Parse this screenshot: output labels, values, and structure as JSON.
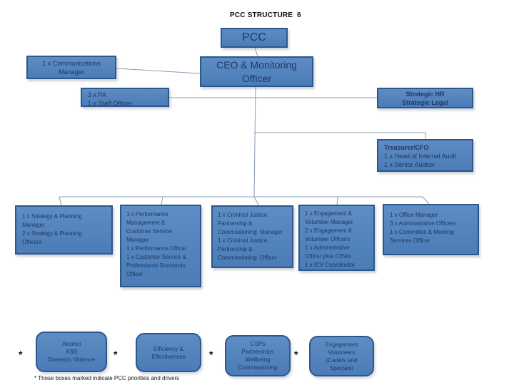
{
  "title": "PCC STRUCTURE  6",
  "asterisk": "*",
  "footnote": "* Those boxes marked indicate PCC priorities and drivers",
  "colors": {
    "box_fill": "#4F81BD",
    "box_border": "#2C5788",
    "box_text": "#1F3864",
    "connector": "#8C9BB5"
  },
  "nodes": {
    "pcc": {
      "label": "PCC"
    },
    "ceo": {
      "label": "CEO & Monitoring\nOfficer"
    },
    "communications": {
      "label": "1 x Communications\nManager"
    },
    "pa": {
      "label": "3 x PA\n1 x Staff Officer"
    },
    "strategic": {
      "label": "Strategic HR\nStrategic Legal"
    },
    "treasurer": {
      "title": "Treasurer/CFO",
      "body": "1 x Head of Internal Audit\n1 x Senior Auditor"
    },
    "departments": [
      {
        "label": "1 x Strategy & Planning\nManager\n2 x Strategy & Planning\nOfficers"
      },
      {
        "label": "1 x Performance\nManagement &\nCustomer Service\nManager\n1 x Performance Officer\n1 x Customer Service &\nProfessional Standards\nOfficer"
      },
      {
        "label": "1 x Criminal Justice,\nPartnership &\nCommissioning  Manager\n1 x Criminal Justice,\nPartnership &\nCommissioning  Officer"
      },
      {
        "label": "1 x Engagement &\nVolunteer Manager\n2 x Engagement &\nVolunteer Officers\n1 x Administrative\nOfficer plus CEWs\n1 x ICV Coordinator"
      },
      {
        "label": "1 x Office Manager\n3 x Administrative Officers\n1 x Committee & Meeting\nServices Officer"
      }
    ]
  },
  "priorities": [
    {
      "label": "Alcohol\nASB\nDomestic Violence"
    },
    {
      "label": "Efficiency &\nEffectiveness"
    },
    {
      "label": "CSPs\nPartnerships\nWellbeing\nCommissioning"
    },
    {
      "label": "Engagement\nVolunteers\n(Cadets and\nSpecials)"
    }
  ]
}
